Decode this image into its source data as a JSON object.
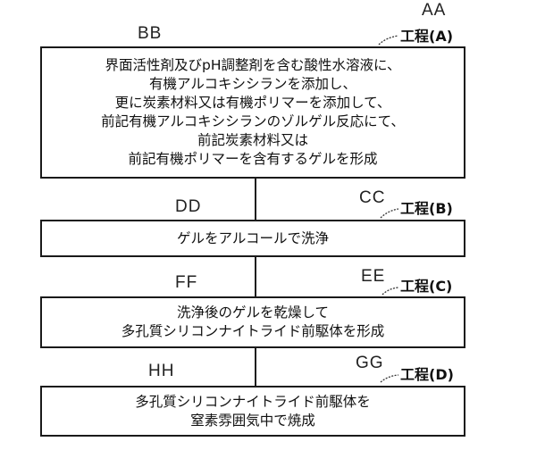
{
  "diagram": {
    "type": "process-flowchart",
    "steps": [
      {
        "id": "A",
        "ref_main": "AA",
        "ref_side": "BB",
        "label": "工程(A)",
        "lines": [
          "界面活性剤及びpH調整剤を含む酸性水溶液に、",
          "有機アルコキシシランを添加し、",
          "更に炭素材料又は有機ポリマーを添加して、",
          "前記有機アルコキシシランのゾルゲル反応にて、",
          "前記炭素材料又は",
          "前記有機ポリマーを含有するゲルを形成"
        ]
      },
      {
        "id": "B",
        "ref_main": "CC",
        "ref_side": "DD",
        "label": "工程(B)",
        "lines": [
          "ゲルをアルコールで洗浄"
        ]
      },
      {
        "id": "C",
        "ref_main": "EE",
        "ref_side": "FF",
        "label": "工程(C)",
        "lines": [
          "洗浄後のゲルを乾燥して",
          "多孔質シリコンナイトライド前駆体を形成"
        ]
      },
      {
        "id": "D",
        "ref_main": "GG",
        "ref_side": "HH",
        "label": "工程(D)",
        "lines": [
          "多孔質シリコンナイトライド前駆体を",
          "窒素雰囲気中で焼成"
        ]
      }
    ],
    "colors": {
      "line": "#1a1a1a",
      "text": "#111111",
      "background": "#ffffff"
    }
  }
}
